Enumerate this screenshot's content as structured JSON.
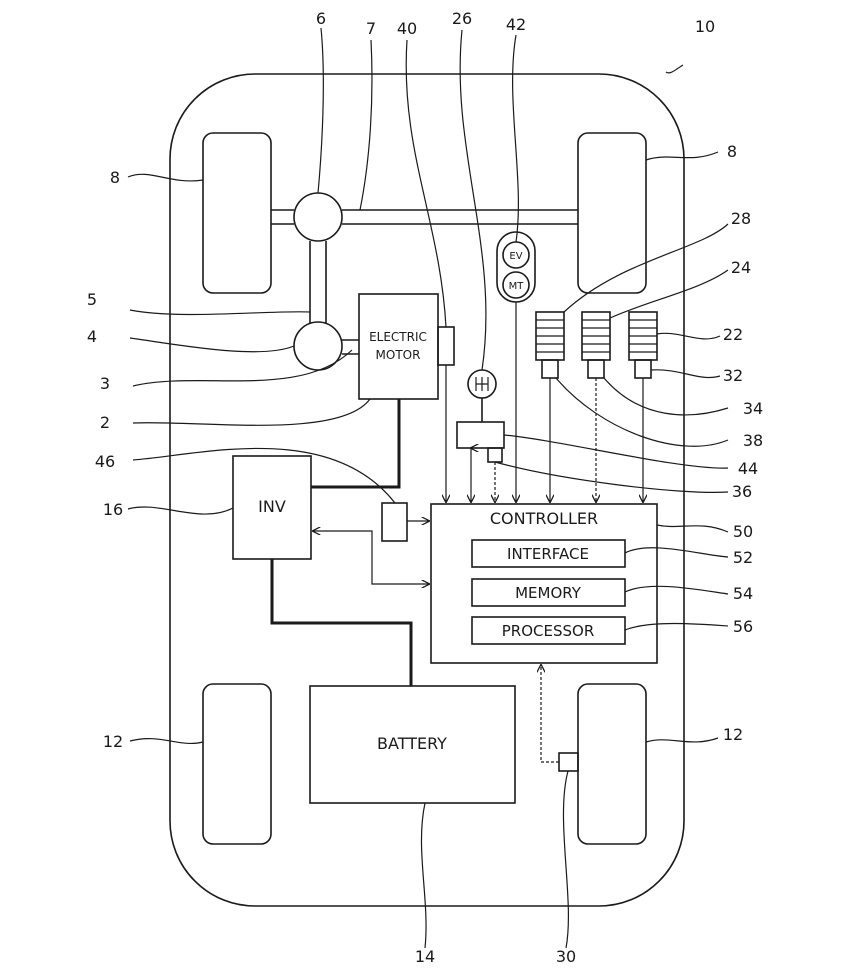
{
  "diagram": {
    "components": {
      "controller": "CONTROLLER",
      "interface": "INTERFACE",
      "memory": "MEMORY",
      "processor": "PROCESSOR",
      "inverter": "INV",
      "battery": "BATTERY",
      "motor_line1": "ELECTRIC",
      "motor_line2": "MOTOR",
      "ev_switch": "EV",
      "mt_switch": "MT"
    },
    "reference_numerals": {
      "vehicle": "10",
      "motor": "2",
      "motor_shaft": "3",
      "gearbox": "4",
      "propeller_shaft": "5",
      "differential": "6",
      "axle": "7",
      "front_wheel_left": "8",
      "front_wheel_right": "8",
      "rear_wheel_left": "12",
      "rear_wheel_right": "12",
      "battery": "14",
      "inverter": "16",
      "pedal_22": "22",
      "pedal_24": "24",
      "shifter": "26",
      "pedal_28": "28",
      "wheel_speed_sensor": "30",
      "sensor_32": "32",
      "sensor_34": "34",
      "shift_sensor": "36",
      "sensor_38": "38",
      "motor_sensor": "40",
      "mode_switch": "42",
      "shifter_sensor": "44",
      "sensor_46": "46",
      "controller": "50",
      "interface": "52",
      "memory": "54",
      "processor": "56"
    }
  }
}
